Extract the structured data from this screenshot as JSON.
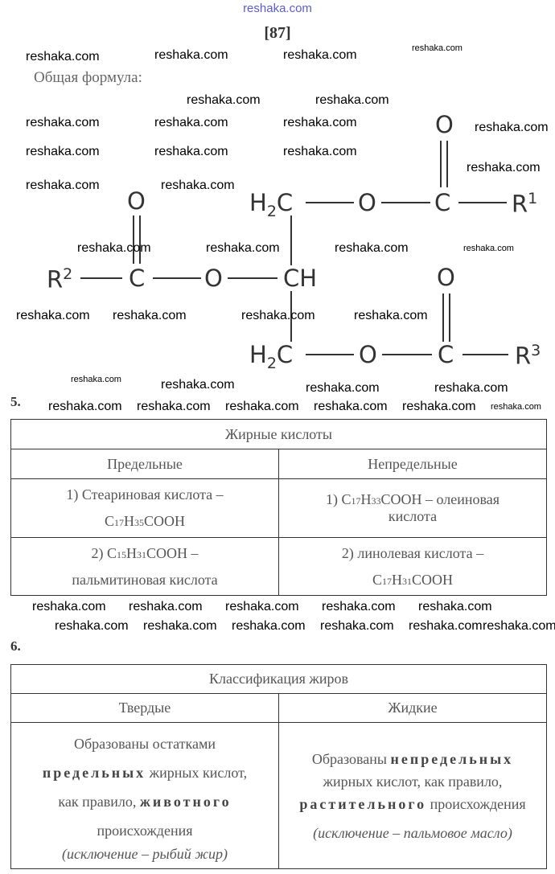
{
  "header": {
    "site": "reshaka.com",
    "page_number": "[87]"
  },
  "general_formula_label": "Общая формула:",
  "formula": {
    "atoms": {
      "O": "O",
      "C": "C",
      "CH": "CH",
      "H": "H",
      "sub2": "2",
      "R": "R",
      "r1": "1",
      "r2": "2",
      "r3": "3"
    }
  },
  "section5": {
    "number": "5.",
    "title": "Жирные кислоты",
    "columns": [
      "Предельные",
      "Непредельные"
    ],
    "rows": [
      {
        "left_a": "1)  Стеариновая кислота –",
        "left_b": "C17H35COOH",
        "right_a": "1) C17H33COOH – олеиновая",
        "right_b": "кислота"
      },
      {
        "left_a": "2)  C15H31COOH –",
        "left_b": "пальмитиновая кислота",
        "right_a": "2) линолевая кислота –",
        "right_b": "C17H31COOH"
      }
    ]
  },
  "section6": {
    "number": "6.",
    "title": "Классификация жиров",
    "columns": [
      "Твердые",
      "Жидкие"
    ],
    "left": {
      "l1": "Образованы остатками",
      "bold1": "предельных",
      "l2": " жирных кислот,",
      "l3": "как правило, ",
      "bold2": "животного",
      "l4": "происхождения",
      "note": "(исключение – рыбий жир)"
    },
    "right": {
      "l1": "Образованы ",
      "bold1": "непредельных",
      "l2": "жирных кислот, как правило,",
      "bold2": "растительного",
      "l3": " происхождения",
      "note": "(исключение – пальмовое масло)"
    }
  },
  "watermark": "reshaka.com"
}
